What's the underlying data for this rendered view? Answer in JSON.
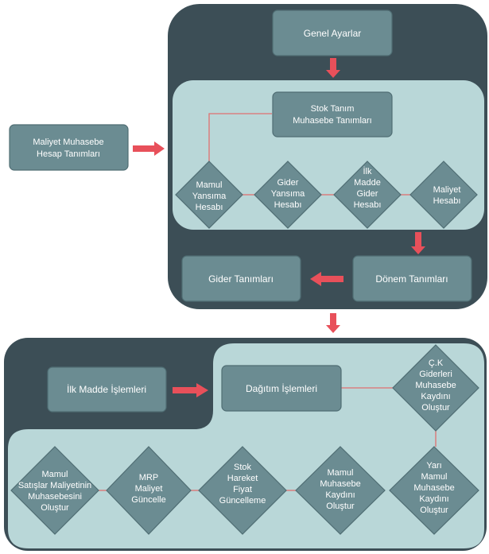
{
  "colors": {
    "dark_panel": "#3c4e56",
    "light_panel": "#b9d7d8",
    "box_fill": "#6b8c92",
    "box_stroke": "#4f6d73",
    "connector": "#e07070",
    "arrow": "#e8505a",
    "text": "#ffffff"
  },
  "nodes": {
    "genel_ayarlar": "Genel Ayarlar",
    "stok_tanim": [
      "Stok Tanım",
      "Muhasebe Tanımları"
    ],
    "maliyet_muhasebe": [
      "Maliyet Muhasebe",
      "Hesap Tanımları"
    ],
    "mamul_yansima": [
      "Mamul",
      "Yansıma",
      "Hesabı"
    ],
    "gider_yansima": [
      "Gider",
      "Yansıma",
      "Hesabı"
    ],
    "ilk_madde_gider": [
      "İlk",
      "Madde",
      "Gider",
      "Hesabı"
    ],
    "maliyet_hesabi": [
      "Maliyet",
      "Hesabı"
    ],
    "gider_tanimlari": "Gider Tanımları",
    "donem_tanimlari": "Dönem Tanımları",
    "ilk_madde_islemleri": "İlk Madde İşlemleri",
    "dagitim_islemleri": "Dağıtım İşlemleri",
    "ck_giderleri": [
      "Ç.K",
      "Giderleri",
      "Muhasebe",
      "Kaydını",
      "Oluştur"
    ],
    "yari_mamul": [
      "Yarı",
      "Mamul",
      "Muhasebe",
      "Kaydını",
      "Oluştur"
    ],
    "mamul_muhasebe": [
      "Mamul",
      "Muhasebe",
      "Kaydını",
      "Oluştur"
    ],
    "stok_hareket": [
      "Stok",
      "Hareket",
      "Fiyat",
      "Güncelleme"
    ],
    "mrp_maliyet": [
      "MRP",
      "Maliyet",
      "Güncelle"
    ],
    "mamul_satislar": [
      "Mamul",
      "Satışlar Maliyetinin",
      "Muhasebesini",
      "Oluştur"
    ]
  }
}
